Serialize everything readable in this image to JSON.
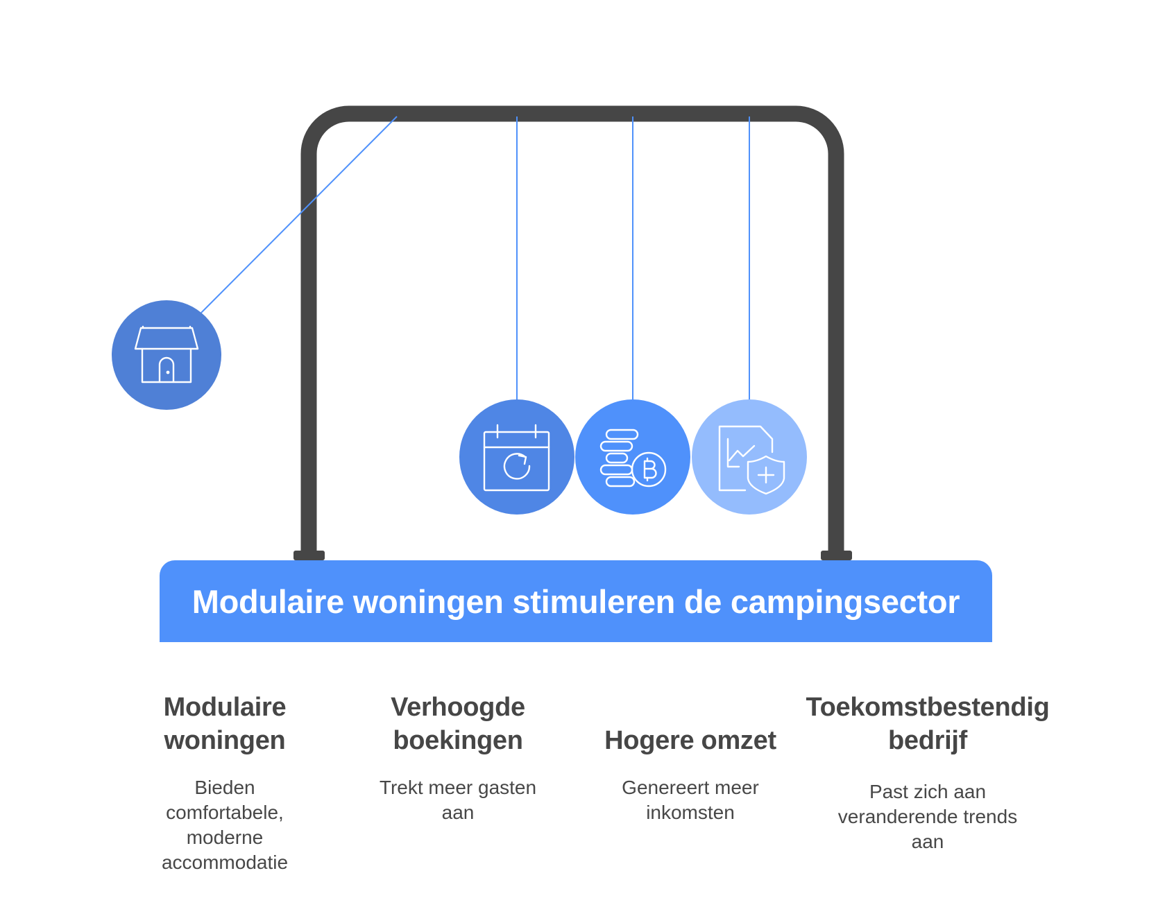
{
  "banner": {
    "title": "Modulaire woningen stimuleren de campingsector"
  },
  "items": [
    {
      "title_line1": "Modulaire",
      "title_line2": "woningen",
      "description_lines": [
        "Bieden",
        "comfortabele,",
        "moderne",
        "accommodatie"
      ],
      "icon": "storefront-icon",
      "color": "#4f80d6"
    },
    {
      "title_line1": "Verhoogde",
      "title_line2": "boekingen",
      "description_lines": [
        "Trekt meer gasten",
        "aan"
      ],
      "icon": "calendar-refresh-icon",
      "color": "#4f86e5"
    },
    {
      "title_line1": "Hogere omzet",
      "title_line2": "",
      "description_lines": [
        "Genereert meer",
        "inkomsten"
      ],
      "icon": "coins-bitcoin-icon",
      "color": "#4f91fb"
    },
    {
      "title_line1": "Toekomstbestendig",
      "title_line2": "bedrijf",
      "description_lines": [
        "Past zich aan",
        "veranderende trends",
        "aan"
      ],
      "icon": "document-chart-shield-icon",
      "color": "#94bcfd"
    }
  ],
  "colors": {
    "frame": "#464646",
    "string": "#4f91fb",
    "banner": "#4f91fb",
    "text": "#464646"
  }
}
